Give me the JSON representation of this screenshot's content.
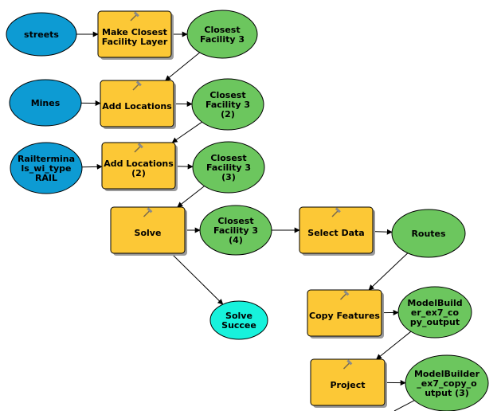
{
  "colors": {
    "data_blue": "#0d9bd3",
    "tool_orange": "#fcc836",
    "derived_green": "#6cc65e",
    "boolean_cyan": "#17f2dc",
    "stroke": "#000000",
    "connector": "#000000"
  },
  "nodes": [
    {
      "id": "streets",
      "kind": "data",
      "label": "streets",
      "lines": [
        "streets"
      ]
    },
    {
      "id": "make_cf",
      "kind": "tool",
      "label": "Make Closest Facility Layer",
      "lines": [
        "Make Closest",
        "Facility Layer"
      ],
      "icon": "hammer-icon"
    },
    {
      "id": "cf3",
      "kind": "derived",
      "label": "Closest Facility 3",
      "lines": [
        "Closest",
        "Facility 3"
      ]
    },
    {
      "id": "mines",
      "kind": "data",
      "label": "Mines",
      "lines": [
        "Mines"
      ]
    },
    {
      "id": "add_loc",
      "kind": "tool",
      "label": "Add Locations",
      "lines": [
        "Add Locations"
      ],
      "icon": "hammer-icon"
    },
    {
      "id": "cf3_2",
      "kind": "derived",
      "label": "Closest Facility 3 (2)",
      "lines": [
        "Closest",
        "Facility 3",
        "(2)"
      ]
    },
    {
      "id": "rail",
      "kind": "data",
      "label": "Railterminals_wi_type RAIL",
      "lines": [
        "Railtermina",
        "ls_wi_type",
        "RAIL"
      ]
    },
    {
      "id": "add_loc2",
      "kind": "tool",
      "label": "Add Locations (2)",
      "lines": [
        "Add Locations",
        "(2)"
      ],
      "icon": "hammer-icon"
    },
    {
      "id": "cf3_3",
      "kind": "derived",
      "label": "Closest Facility 3 (3)",
      "lines": [
        "Closest",
        "Facility 3",
        "(3)"
      ]
    },
    {
      "id": "solve",
      "kind": "tool",
      "label": "Solve",
      "lines": [
        "Solve"
      ],
      "icon": "hammer-icon"
    },
    {
      "id": "cf3_4",
      "kind": "derived",
      "label": "Closest Facility 3 (4)",
      "lines": [
        "Closest",
        "Facility 3",
        "(4)"
      ]
    },
    {
      "id": "select",
      "kind": "tool",
      "label": "Select Data",
      "lines": [
        "Select Data"
      ],
      "icon": "hammer-icon"
    },
    {
      "id": "routes",
      "kind": "derived",
      "label": "Routes",
      "lines": [
        "Routes"
      ]
    },
    {
      "id": "solve_ok",
      "kind": "boolean",
      "label": "Solve Succee",
      "lines": [
        "Solve",
        "Succee"
      ]
    },
    {
      "id": "copy",
      "kind": "tool",
      "label": "Copy Features",
      "lines": [
        "Copy Features"
      ],
      "icon": "hammer-icon"
    },
    {
      "id": "mb_out",
      "kind": "derived",
      "label": "ModelBuilder_ex7_copy_output",
      "lines": [
        "ModelBuild",
        "er_ex7_co",
        "py_output"
      ]
    },
    {
      "id": "project",
      "kind": "tool",
      "label": "Project",
      "lines": [
        "Project"
      ],
      "icon": "hammer-icon"
    },
    {
      "id": "mb_out3",
      "kind": "derived",
      "label": "ModelBuilder_ex7_copy_output (3)",
      "lines": [
        "ModelBuilder",
        "_ex7_copy_o",
        "utput (3)"
      ]
    }
  ],
  "edges": [
    {
      "from": "streets",
      "to": "make_cf"
    },
    {
      "from": "make_cf",
      "to": "cf3"
    },
    {
      "from": "cf3",
      "to": "add_loc"
    },
    {
      "from": "mines",
      "to": "add_loc"
    },
    {
      "from": "add_loc",
      "to": "cf3_2"
    },
    {
      "from": "cf3_2",
      "to": "add_loc2"
    },
    {
      "from": "rail",
      "to": "add_loc2"
    },
    {
      "from": "add_loc2",
      "to": "cf3_3"
    },
    {
      "from": "cf3_3",
      "to": "solve"
    },
    {
      "from": "solve",
      "to": "cf3_4"
    },
    {
      "from": "solve",
      "to": "solve_ok"
    },
    {
      "from": "cf3_4",
      "to": "select"
    },
    {
      "from": "select",
      "to": "routes"
    },
    {
      "from": "routes",
      "to": "copy"
    },
    {
      "from": "copy",
      "to": "mb_out"
    },
    {
      "from": "mb_out",
      "to": "project"
    },
    {
      "from": "project",
      "to": "mb_out3"
    },
    {
      "from": "mb_out3",
      "to": "offpage"
    }
  ]
}
